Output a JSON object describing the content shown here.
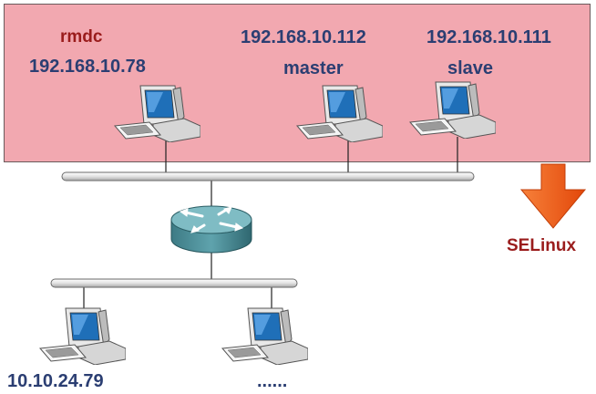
{
  "zone": {
    "rmdc_label": "rmdc",
    "rmdc_ip": "192.168.10.78",
    "master_ip": "192.168.10.112",
    "master_label": "master",
    "slave_ip": "192.168.10.111",
    "slave_label": "slave"
  },
  "selinux_label": "SELinux",
  "lower": {
    "host_ip": "10.10.24.79",
    "ellipsis": "......"
  },
  "colors": {
    "zone_fill": "#f2a8b0",
    "label_text": "#2b3e72",
    "accent_text": "#9a1c1c",
    "arrow": "#f05a12"
  },
  "icons": [
    "computer-icon",
    "router-icon",
    "network-bus",
    "down-arrow-icon"
  ]
}
